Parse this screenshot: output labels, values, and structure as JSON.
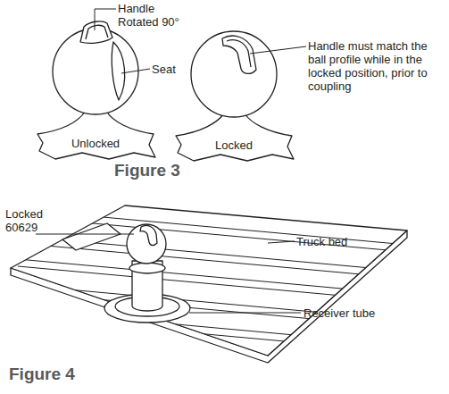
{
  "diagram": {
    "labels": [
      "Handle Rotated 90°",
      "Seat",
      "Unlocked",
      "Locked",
      "Handle must match the ball profile while in the locked position, prior to coupling",
      "Figure 3",
      "Locked 60629",
      "Truck bed",
      "Receiver tube",
      "Figure 4"
    ]
  }
}
